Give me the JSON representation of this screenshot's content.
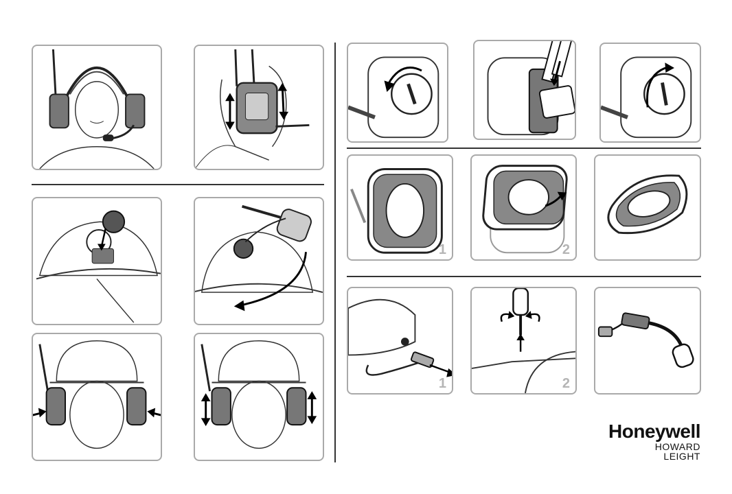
{
  "document": {
    "type": "instruction-sheet",
    "panels": [
      {
        "id": "wear-headband",
        "step": ""
      },
      {
        "id": "adjust-headband-height",
        "step": ""
      },
      {
        "id": "attach-helmet-adapter",
        "step": ""
      },
      {
        "id": "rotate-mic-helmet",
        "step": ""
      },
      {
        "id": "helmet-earmuff-press",
        "step": ""
      },
      {
        "id": "helmet-earmuff-adjust",
        "step": ""
      },
      {
        "id": "battery-cover-open",
        "step": ""
      },
      {
        "id": "battery-insert",
        "step": ""
      },
      {
        "id": "battery-cover-close",
        "step": ""
      },
      {
        "id": "cushion-remove",
        "step": "1"
      },
      {
        "id": "cushion-install",
        "step": "2"
      },
      {
        "id": "cushion-new",
        "step": ""
      },
      {
        "id": "mic-unplug",
        "step": "1"
      },
      {
        "id": "mic-screw",
        "step": "2"
      },
      {
        "id": "mic-boom",
        "step": ""
      }
    ],
    "icons": {
      "arrow": "arrow-icon",
      "rotate": "rotate-arrow-icon",
      "screwdriver": "screwdriver-icon"
    }
  },
  "brand": {
    "name": "Honeywell",
    "sub_line_1": "HOWARD",
    "sub_line_2": "LEIGHT"
  },
  "colors": {
    "line": "#333333",
    "panel_border": "#a9a9a9",
    "step_number": "#b5b5b5"
  }
}
